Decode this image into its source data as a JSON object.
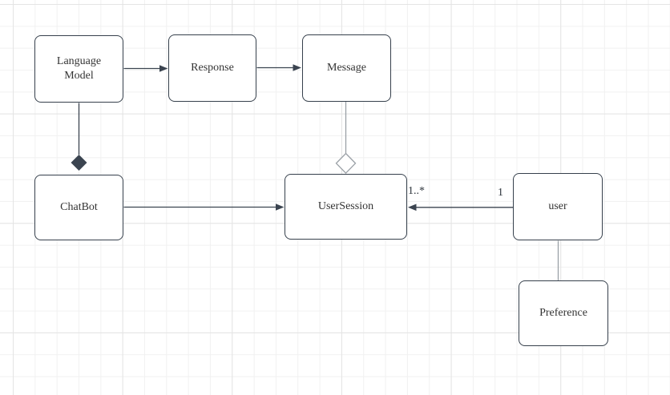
{
  "canvas": {
    "background_color": "#ffffff",
    "grid_minor_color": "#f1f1f1",
    "grid_major_color": "#e4e4e4"
  },
  "colors": {
    "node_border": "#36404c",
    "node_fill": "#ffffff",
    "edge_dark": "#3b4450",
    "edge_gray": "#9aa0a6",
    "text": "#333333"
  },
  "nodes": [
    {
      "id": "language-model",
      "label": "Language\nModel"
    },
    {
      "id": "response",
      "label": "Response"
    },
    {
      "id": "message",
      "label": "Message"
    },
    {
      "id": "chatbot",
      "label": "ChatBot"
    },
    {
      "id": "usersession",
      "label": "UserSession"
    },
    {
      "id": "user",
      "label": "user"
    },
    {
      "id": "preference",
      "label": "Preference"
    }
  ],
  "edges": [
    {
      "id": "language-model-to-response",
      "type": "arrow",
      "from": "language-model",
      "to": "response"
    },
    {
      "id": "response-to-message",
      "type": "arrow",
      "from": "response",
      "to": "message"
    },
    {
      "id": "chatbot-to-usersession",
      "type": "arrow",
      "from": "chatbot",
      "to": "usersession"
    },
    {
      "id": "user-to-usersession",
      "type": "arrow",
      "from": "user",
      "to": "usersession",
      "source_label": "1",
      "target_label": "1..*"
    },
    {
      "id": "language-model-chatbot-composition",
      "type": "composition-diamond",
      "from": "language-model",
      "to": "chatbot"
    },
    {
      "id": "message-usersession-aggregation",
      "type": "aggregation-diamond",
      "from": "message",
      "to": "usersession"
    },
    {
      "id": "user-to-preference",
      "type": "line",
      "from": "user",
      "to": "preference"
    }
  ],
  "edge_labels": [
    {
      "id": "multiplicity-many",
      "text": "1..*"
    },
    {
      "id": "multiplicity-one",
      "text": "1"
    }
  ]
}
